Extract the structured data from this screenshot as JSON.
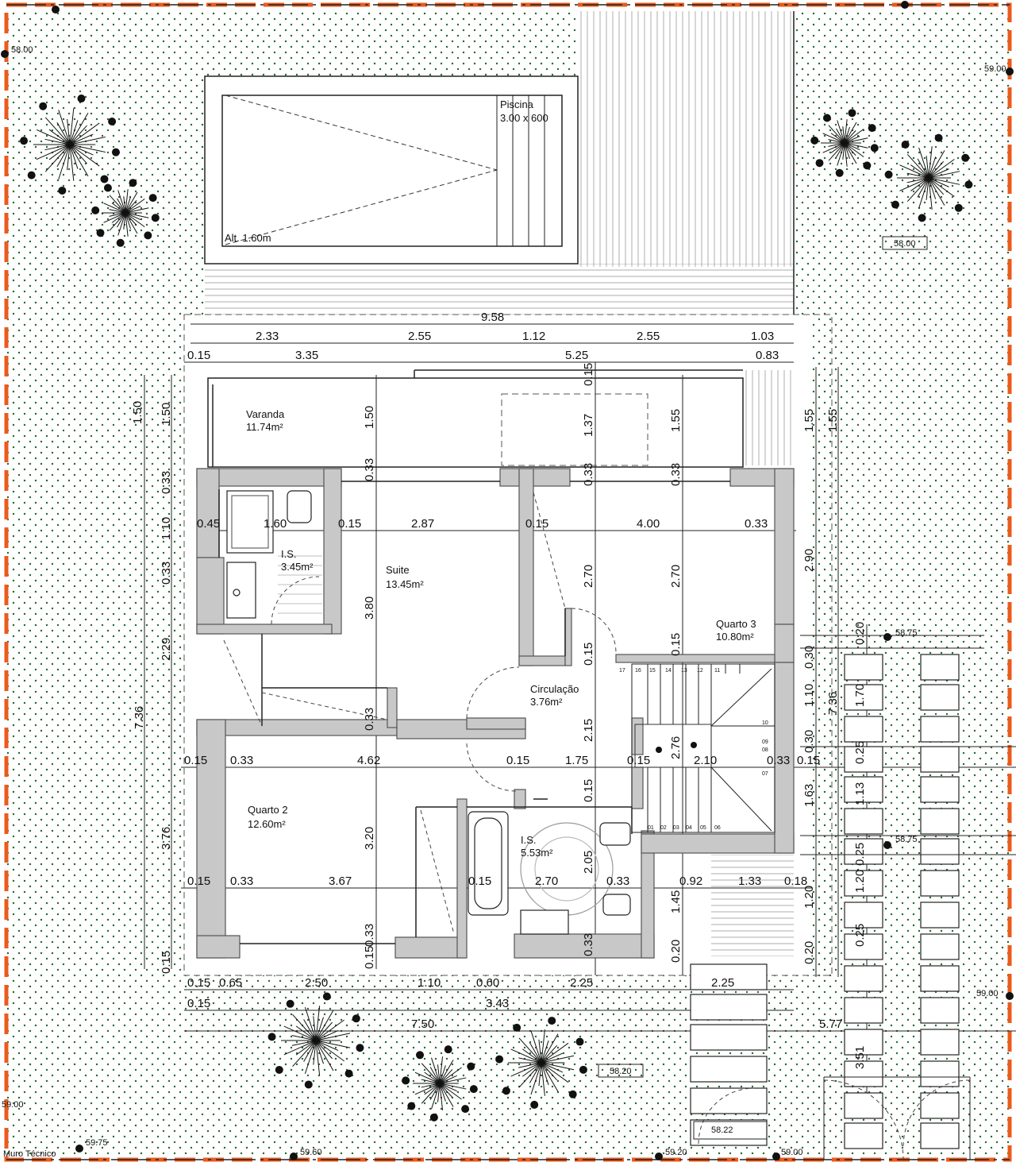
{
  "rooms": {
    "pool": {
      "name": "Piscina",
      "size": "3.00 x 600",
      "note": "Alt. 1.60m"
    },
    "varanda": {
      "name": "Varanda",
      "area": "11.74m²"
    },
    "is1": {
      "name": "I.S.",
      "area": "3.45m²"
    },
    "suite": {
      "name": "Suite",
      "area": "13.45m²"
    },
    "quarto3": {
      "name": "Quarto 3",
      "area": "10.80m²"
    },
    "circulacao": {
      "name": "Circulação",
      "area": "3.76m²"
    },
    "quarto2": {
      "name": "Quarto 2",
      "area": "12.60m²"
    },
    "is2": {
      "name": "I.S.",
      "area": "5.53m²"
    }
  },
  "levels": {
    "tl": "58.00",
    "tr": "59.00",
    "mid_r": "58.00",
    "stair1": "58.75",
    "stair2": "58.75",
    "br": "59.00",
    "bl": "59.00",
    "muro_lvl": "59.75",
    "bot1": "59.60",
    "bot2": "59.20",
    "bot3": "59.00",
    "garden1": "58.20",
    "garden2": "58.22"
  },
  "muro": "Muro Técnico",
  "dims": {
    "top_total": "9.58",
    "top_row1": [
      "2.33",
      "2.55",
      "1.12",
      "2.55",
      "1.03"
    ],
    "top_row2": [
      "0.15",
      "3.35",
      "5.25",
      "0.83"
    ],
    "h_row1": [
      "0.45",
      "1.60",
      "0.15",
      "2.87",
      "0.15",
      "4.00",
      "0.33"
    ],
    "h_row2": [
      "0.15",
      "0.33",
      "4.62",
      "0.15",
      "1.75",
      "0.15",
      "2.10",
      "0.33",
      "0.15"
    ],
    "h_row3": [
      "0.15",
      "0.33",
      "3.67",
      "0.15",
      "2.70",
      "0.33",
      "0.92",
      "1.33",
      "0.18"
    ],
    "bot_row1": [
      "0.15",
      "0.65",
      "2.50",
      "1.10",
      "0.60",
      "2.25",
      "2.25"
    ],
    "bot_row2": [
      "0.15",
      "3.43"
    ],
    "bot_row3": [
      "7.50",
      "5.77"
    ],
    "left_outer": [
      "1.50",
      "0.33",
      "1.10",
      "0.33",
      "2.29",
      "7.36",
      "3.76",
      "0.15"
    ],
    "left_inner": "1.50",
    "v_mid": [
      "1.50",
      "0.33",
      "3.80",
      "0.33",
      "3.20",
      "0.33",
      "0.15"
    ],
    "v_center": [
      "0.15",
      "1.37",
      "0.33",
      "2.70",
      "0.15",
      "2.15",
      "0.15",
      "2.05",
      "0.33"
    ],
    "v_right": [
      "1.55",
      "0.33",
      "2.70",
      "0.15",
      "2.76",
      "1.45",
      "0.20"
    ],
    "v_far": [
      "1.55",
      "2.90",
      "0.30",
      "1.10",
      "0.30",
      "1.63",
      "1.20",
      "0.20"
    ],
    "v_far2": [
      "1.55",
      "7.36"
    ],
    "v_path": [
      "0.20",
      "1.70",
      "0.25",
      "1.13",
      "0.25",
      "1.20",
      "0.25",
      "3.51"
    ],
    "stair_nums": [
      "17",
      "16",
      "15",
      "14",
      "13",
      "12",
      "11",
      "10",
      "09",
      "08",
      "07",
      "01",
      "02",
      "03",
      "04",
      "05",
      "06"
    ]
  },
  "colors": {
    "wall": "#c8c8c8",
    "wall_line": "#555555",
    "border": "#ea5b1c",
    "dots": "#1e6a2a",
    "line": "#222222"
  }
}
